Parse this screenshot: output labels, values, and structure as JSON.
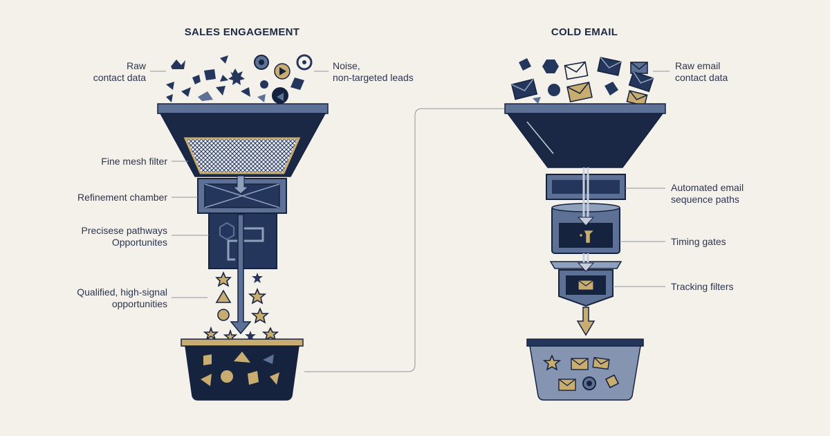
{
  "colors": {
    "background": "#f4f0ea",
    "navy": "#24365c",
    "dark_navy": "#16233f",
    "slate_blue": "#5d7196",
    "gold": "#c9ac70"
  },
  "left": {
    "title": "SALES ENGAGEMENT",
    "labels": {
      "raw_line1": "Raw",
      "raw_line2": "contact data",
      "noise_line1": "Noise,",
      "noise_line2": "non-targeted leads",
      "mesh": "Fine mesh filter",
      "chamber": "Refinement chamber",
      "pathways_line1": "Precisese pathways",
      "pathways_line2": "Opportunites",
      "qualified_line1": "Qualified, high-signal",
      "qualified_line2": "opportunities"
    }
  },
  "right": {
    "title": "COLD EMAIL",
    "labels": {
      "raw_line1": "Raw email",
      "raw_line2": "contact data",
      "sequence_line1": "Automated email",
      "sequence_line2": "sequence paths",
      "timing": "Timing gates",
      "tracking": "Tracking filters"
    }
  },
  "icons": [
    "funnel-icon",
    "mesh-filter-icon",
    "envelope-icon",
    "star-icon",
    "arrow-down-icon",
    "bin-icon"
  ]
}
